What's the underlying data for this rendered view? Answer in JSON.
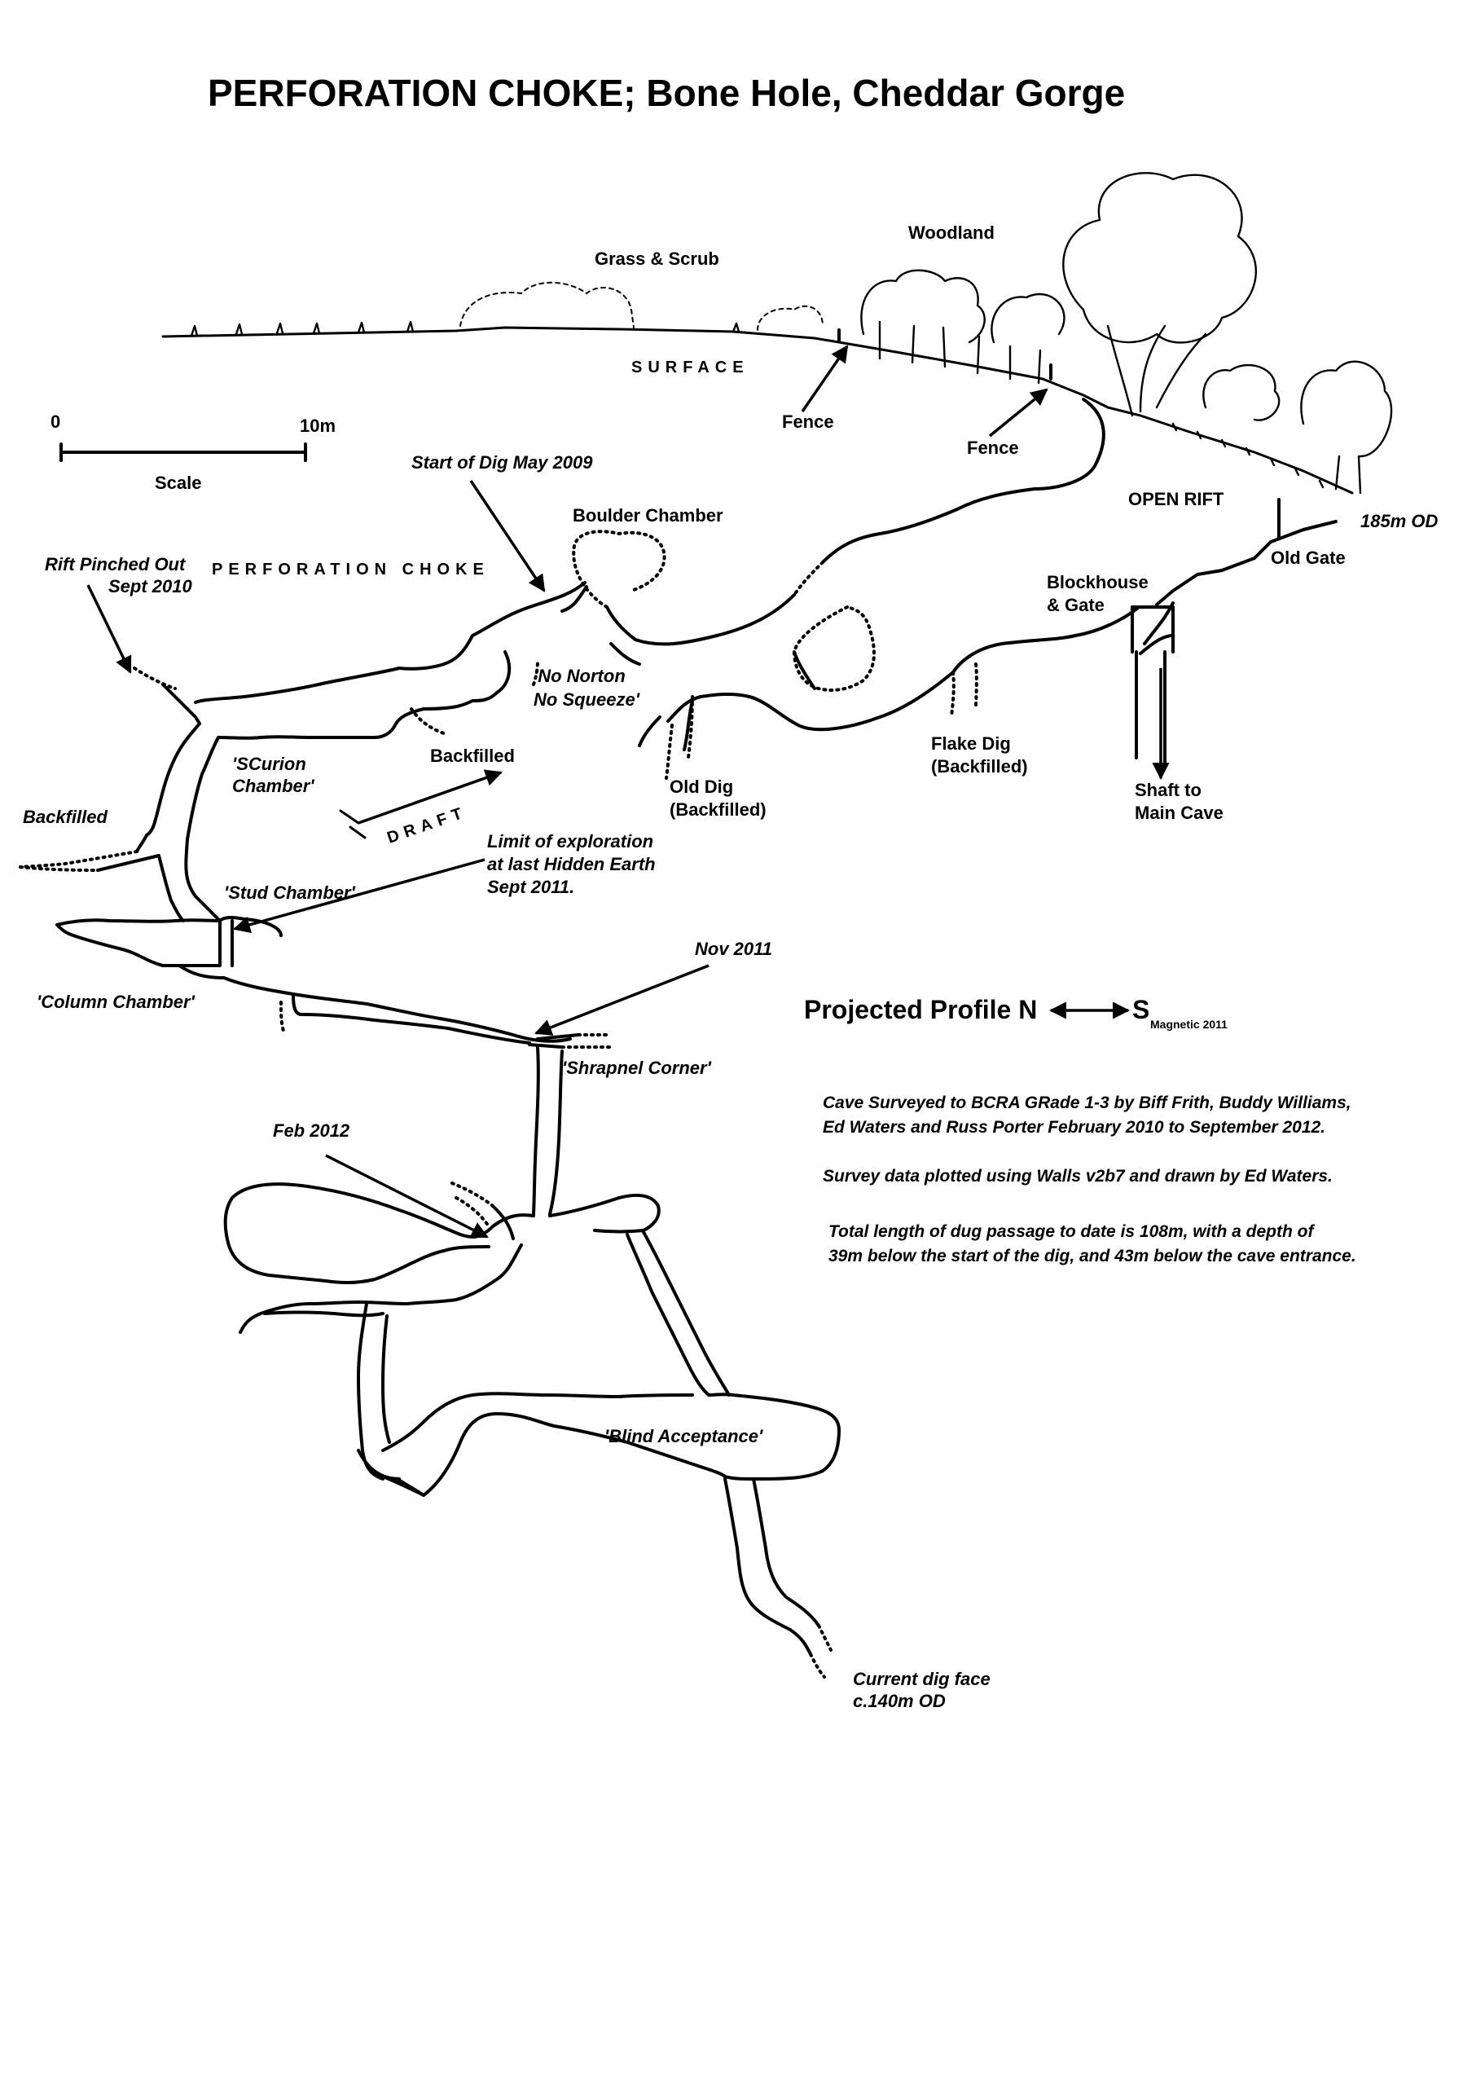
{
  "title": "PERFORATION CHOKE; Bone Hole, Cheddar Gorge",
  "surface": {
    "grass_scrub": "Grass & Scrub",
    "woodland": "Woodland",
    "surface": "SURFACE",
    "fence1": "Fence",
    "fence2": "Fence",
    "open_rift": "OPEN RIFT",
    "od185": "185m OD",
    "old_gate": "Old Gate"
  },
  "scale": {
    "zero": "0",
    "ten": "10m",
    "label": "Scale"
  },
  "labels": {
    "start_dig": "Start of Dig May 2009",
    "boulder_chamber": "Boulder Chamber",
    "rift_pinched_1": "Rift Pinched Out",
    "rift_pinched_2": "Sept 2010",
    "perforation_choke": "PERFORATION CHOKE",
    "blockhouse_1": "Blockhouse",
    "blockhouse_2": "& Gate",
    "no_norton_1": "'No Norton",
    "no_norton_2": "No Squeeze'",
    "scurion_1": "'SCurion",
    "scurion_2": "Chamber'",
    "backfilled_a": "Backfilled",
    "backfilled_b": "Backfilled",
    "old_dig_1": "Old Dig",
    "old_dig_2": "(Backfilled)",
    "flake_dig_1": "Flake Dig",
    "flake_dig_2": "(Backfilled)",
    "shaft_1": "Shaft to",
    "shaft_2": "Main Cave",
    "draft": "DRAFT",
    "limit_1": "Limit of exploration",
    "limit_2": "at last Hidden Earth",
    "limit_3": "Sept 2011.",
    "stud_chamber": "'Stud Chamber'",
    "column_chamber": "'Column Chamber'",
    "nov2011": "Nov 2011",
    "shrapnel": "'Shrapnel Corner'",
    "feb2012": "Feb 2012",
    "blind_acceptance": "'Blind Acceptance'",
    "current_dig_1": "Current dig face",
    "current_dig_2": "c.140m OD"
  },
  "profile": {
    "label": "Projected Profile N",
    "s": "S",
    "magnetic": "Magnetic 2011"
  },
  "notes": {
    "n1": "Cave Surveyed to BCRA GRade 1-3 by Biff Frith, Buddy Williams,",
    "n2": "Ed Waters and Russ Porter February 2010 to September 2012.",
    "n3": "Survey data plotted using Walls v2b7 and drawn by Ed Waters.",
    "n4": "Total length of dug passage to date is 108m, with a depth of",
    "n5": "39m below the start of the dig, and 43m below the cave entrance."
  }
}
